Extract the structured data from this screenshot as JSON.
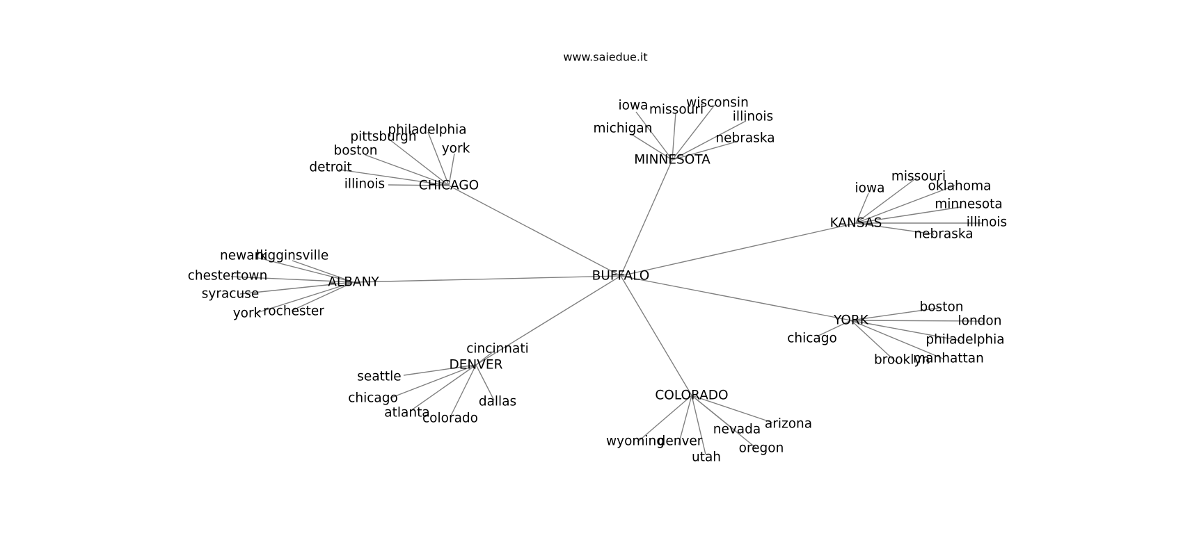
{
  "header": {
    "title": "www.saiedue.it"
  },
  "graph": {
    "root": "BUFFALO",
    "hubs": [
      {
        "name": "CHICAGO",
        "leaves": [
          "illinois",
          "detroit",
          "boston",
          "pittsburgh",
          "philadelphia",
          "york"
        ]
      },
      {
        "name": "MINNESOTA",
        "leaves": [
          "michigan",
          "iowa",
          "missouri",
          "wisconsin",
          "illinois",
          "nebraska"
        ]
      },
      {
        "name": "KANSAS",
        "leaves": [
          "iowa",
          "missouri",
          "oklahoma",
          "minnesota",
          "illinois",
          "nebraska"
        ]
      },
      {
        "name": "ALBANY",
        "leaves": [
          "newark",
          "higginsville",
          "chestertown",
          "syracuse",
          "york",
          "rochester"
        ]
      },
      {
        "name": "YORK",
        "leaves": [
          "boston",
          "london",
          "philadelphia",
          "manhattan",
          "brooklyn",
          "chicago"
        ]
      },
      {
        "name": "DENVER",
        "leaves": [
          "cincinnati",
          "seattle",
          "chicago",
          "atlanta",
          "colorado",
          "dallas"
        ]
      },
      {
        "name": "COLORADO",
        "leaves": [
          "arizona",
          "nevada",
          "oregon",
          "utah",
          "denver",
          "wyoming"
        ]
      }
    ]
  }
}
